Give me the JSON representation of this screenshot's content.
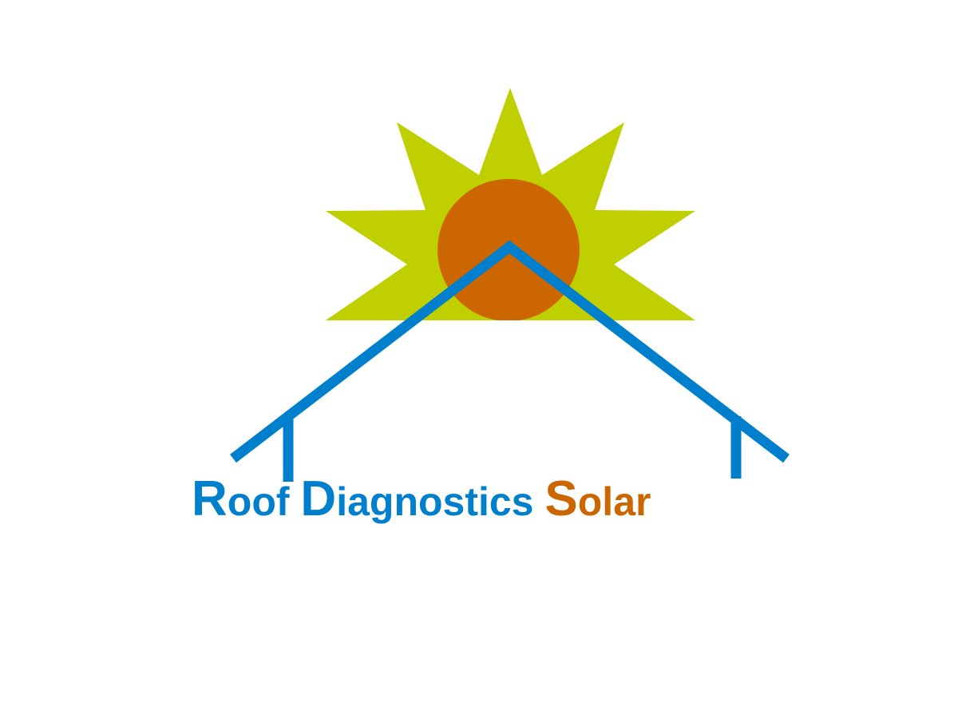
{
  "logo": {
    "words": [
      {
        "initial": "R",
        "rest": "oof",
        "color": "#0080cc"
      },
      {
        "initial": "D",
        "rest": "iagnostics",
        "color": "#0080cc"
      },
      {
        "initial": "S",
        "rest": "olar",
        "color": "#cc6600"
      }
    ],
    "colors": {
      "sun_rays": "#c0cf00",
      "sun_disc": "#cc6600",
      "roof": "#0080cc",
      "background": "#ffffff"
    },
    "icons": [
      "sun-icon",
      "roof-icon"
    ]
  }
}
